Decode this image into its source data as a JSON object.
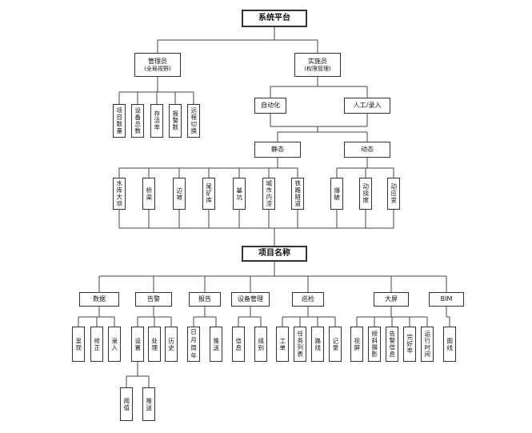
{
  "title": "系统平台",
  "admin": {
    "label": "管理员",
    "sub": "(全局视野)",
    "items": [
      "项目数量",
      "设备总数",
      "存活率",
      "报警数",
      "远程切换"
    ]
  },
  "operator": {
    "label": "实施员",
    "sub": "(权限管理)"
  },
  "auto": "自动化",
  "manual": "人工/录入",
  "static": "静态",
  "dynamic": "动态",
  "static_items": [
    "水库大坝",
    "桥梁",
    "边坡",
    "尾矿库",
    "基坑",
    "城市内涝",
    "铁路隧道"
  ],
  "dynamic_items": [
    "爆破",
    "动挠度",
    "动应变"
  ],
  "project": "项目名称",
  "categories": [
    {
      "label": "数据",
      "items": [
        "呈现",
        "修正",
        "录入"
      ]
    },
    {
      "label": "告警",
      "items": [
        "设置",
        "处理",
        "历史"
      ],
      "sub_items": [
        "阈值",
        "推送"
      ]
    },
    {
      "label": "报告",
      "items": [
        "日月周年",
        "推送"
      ]
    },
    {
      "label": "设备管理",
      "items": [
        "信息",
        "组别"
      ]
    },
    {
      "label": "巡检",
      "items": [
        "工单",
        "任务列表",
        "路线",
        "记录"
      ]
    },
    {
      "label": "大屏",
      "items": [
        "视屏",
        "倾斜摄影",
        "告警信息",
        "完好率",
        "运行时间"
      ]
    },
    {
      "label": "BIM",
      "items": [
        "图线"
      ]
    }
  ]
}
